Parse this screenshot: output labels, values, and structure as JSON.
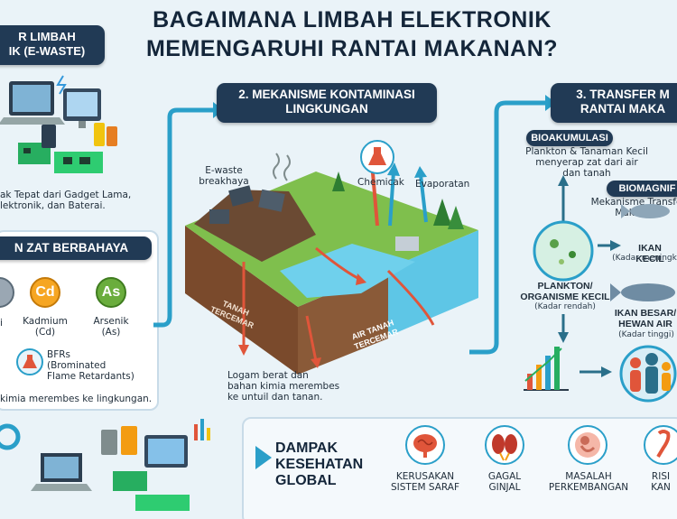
{
  "title_line1": "BAGAIMANA LIMBAH ELEKTRONIK",
  "title_line2": "MEMENGARUHI RANTAI MAKANAN?",
  "sec1": {
    "header_line1": "R LIMBAH",
    "header_line2": "IK (E-WASTE)",
    "desc_line1": "ak Tepat dari Gadget Lama,",
    "desc_line2": "lektronik, dan Baterai."
  },
  "sec_zat": {
    "header": "N ZAT BERBAHAYA",
    "cd_symbol": "Cd",
    "cd_label1": "Kadmium",
    "cd_label2": "(Cd)",
    "as_symbol": "As",
    "as_label1": "Arsenik",
    "as_label2": "(As)",
    "left_fragment": "i",
    "bfr_line1": "BFRs",
    "bfr_line2": "(Brominated",
    "bfr_line3": "Flame Retardants)",
    "bottom_text": "kimia merembes ke lingkungan."
  },
  "sec2": {
    "header_line1": "2. MEKANISME KONTAMINASI",
    "header_line2": "LINGKUNGAN",
    "ewaste_label1": "E-waste",
    "ewaste_label2": "breakhaya",
    "chemicak": "Chemicak",
    "evaporatan": "Evaporatan",
    "tanah_line1": "TANAH",
    "tanah_line2": "TERCEMAR",
    "air_line1": "AIR TANAH",
    "air_line2": "TERCEMAR",
    "caption1": "Logam berat dan",
    "caption2": "bahan kimia merembes",
    "caption3": "ke untuil dan tanan."
  },
  "sec3": {
    "header_line1": "3. TRANSFER M",
    "header_line2": "RANTAI MAKA",
    "bio_header": "BIOAKUMULASI",
    "bio_text1": "Plankton & Tanaman Kecil",
    "bio_text2": "menyerap zat dari air",
    "bio_text3": "dan tanah",
    "biomag_header": "BIOMAGNIF",
    "biomag_text1": "Mekanisme Transfe",
    "biomag_text2": "Makanan",
    "ikan_kecil": "IKAN KECIL",
    "ikan_kecil_sub": "(Kadar meningk",
    "plankton1": "PLANKTON/",
    "plankton2": "ORGANISME KECIL",
    "plankton_sub": "(Kadar rendah)",
    "ikan_besar1": "IKAN BESAR/",
    "ikan_besar2": "HEWAN AIR",
    "ikan_besar_sub": "(Kadar tinggi)"
  },
  "dampak": {
    "header1": "DAMPAK",
    "header2": "KESEHATAN",
    "header3": "GLOBAL",
    "item1a": "KERUSAKAN",
    "item1b": "SISTEM SARAF",
    "item2a": "GAGAL",
    "item2b": "GINJAL",
    "item3a": "MASALAH",
    "item3b": "PERKEMBANGAN",
    "item4a": "RISI",
    "item4b": "KAN"
  },
  "colors": {
    "navy": "#213a55",
    "teal_arrow": "#2a9fc9",
    "red_arrow": "#e0553a",
    "soil": "#7a4a2c",
    "water": "#5ec6e6",
    "grass": "#7fbf4d"
  }
}
